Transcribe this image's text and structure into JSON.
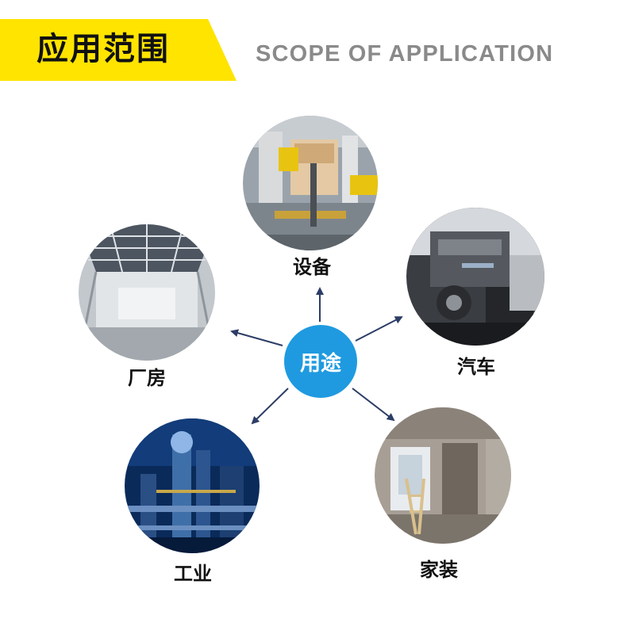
{
  "header": {
    "title": "应用范围",
    "subtitle": "SCOPE OF APPLICATION",
    "banner_color": "#ffe400"
  },
  "hub": {
    "label": "用途",
    "color": "#1f9ae0"
  },
  "arrow_color": "#2c3d66",
  "nodes": [
    {
      "key": "equipment",
      "label": "设备",
      "icon": "factory-equipment-photo"
    },
    {
      "key": "automotive",
      "label": "汽车",
      "icon": "car-engine-photo"
    },
    {
      "key": "home",
      "label": "家装",
      "icon": "home-renovation-photo"
    },
    {
      "key": "industry",
      "label": "工业",
      "icon": "industrial-plant-photo"
    },
    {
      "key": "workshop",
      "label": "厂房",
      "icon": "factory-hall-photo"
    }
  ]
}
